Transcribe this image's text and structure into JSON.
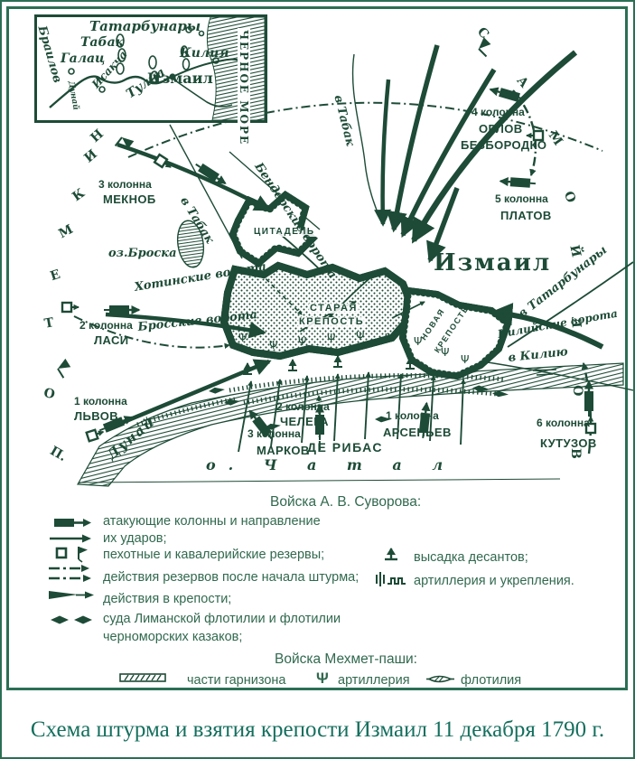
{
  "symbols": {
    "artillery_glyph": "Ψ"
  },
  "inset": {
    "towns": {
      "tatarbunary": "Татарбунары",
      "tabak": "Табак",
      "galac": "Галац",
      "kiliya": "Килия",
      "izmail": "Измаил",
      "tulcha": "Тулча",
      "isakcha": "Исакча",
      "brailov": "Браилов",
      "dunay": "Дунай"
    },
    "sea": "ЧЕРНОЕ МОРЕ"
  },
  "map": {
    "left_arc": [
      "Н",
      "И",
      "К",
      "М",
      "Е",
      "Т",
      "О",
      "П."
    ],
    "right_arc": [
      "С",
      "А",
      "М",
      "О",
      "Й",
      "Л",
      "О",
      "В"
    ],
    "columns": {
      "c3": {
        "line1": "3 колонна",
        "line2": "МЕКНОБ"
      },
      "c2": {
        "line1": "2 колонна",
        "line2": "ЛАСИ"
      },
      "c1": {
        "line1": "1 колонна",
        "line2": "ЛЬВОВ"
      },
      "c4": {
        "line1": "4 колонна",
        "line2": "ОРЛОВ",
        "line3": "БЕЗБОРОДКО"
      },
      "c5": {
        "line1": "5 колонна",
        "line2": "ПЛАТОВ"
      },
      "c6": {
        "line1": "6 колонна",
        "line2": "КУТУЗОВ"
      },
      "c2s": {
        "line1": "2 колонна",
        "line2": "ЧЕЛЕГА"
      },
      "c3s": {
        "line1": "3 колонна",
        "line2": "МАРКОВ"
      },
      "c1s": {
        "line1": "1 колонна",
        "line2": "АРСЕНЬЕВ"
      },
      "deribas": "ДЕ РИБАС"
    },
    "places": {
      "izmail": "Измаил",
      "citadel": "ЦИТАДЕЛЬ",
      "old_fort_1": "СТАРАЯ",
      "old_fort_2": "КРЕПОСТЬ",
      "new_fort_1": "НОВАЯ",
      "new_fort_2": "КРЕПОСТЬ",
      "lake": "оз.Броска",
      "river": "Дунай",
      "island": "о. Ч а т а л"
    },
    "gates": {
      "bender": "Бендерские ворота",
      "khotin": "Хотинские ворота",
      "bros": "Бросские ворота",
      "kiliya": "Килийские ворота"
    },
    "roads": {
      "tabak_left": "в Табак",
      "tabak_top": "в Табак",
      "tatarbunary": "в Татарбунары",
      "kiliya": "в Килию"
    }
  },
  "legend": {
    "title_rus": "Войска А. В. Суворова:",
    "items": [
      {
        "l1": "атакующие колонны и направление",
        "l2": "их ударов;"
      },
      {
        "l1": "пехотные и кавалерийские резервы;",
        "l2": ""
      },
      {
        "l1": "действия резервов после начала штурма;",
        "l2": ""
      },
      {
        "l1": "действия в крепости;",
        "l2": ""
      },
      {
        "l1": "суда Лиманской флотилии и флотилии",
        "l2": "черноморских казаков;"
      }
    ],
    "right_items": [
      {
        "l1": "высадка десантов;"
      },
      {
        "l1": "артиллерия и укрепления."
      }
    ],
    "title_enemy": "Войска Мехмет-паши:",
    "enemy_items": [
      "части гарнизона",
      "артиллерия",
      "флотилия"
    ]
  },
  "caption": "Схема штурма и взятия крепости Измаил 11 декабря 1790 г."
}
